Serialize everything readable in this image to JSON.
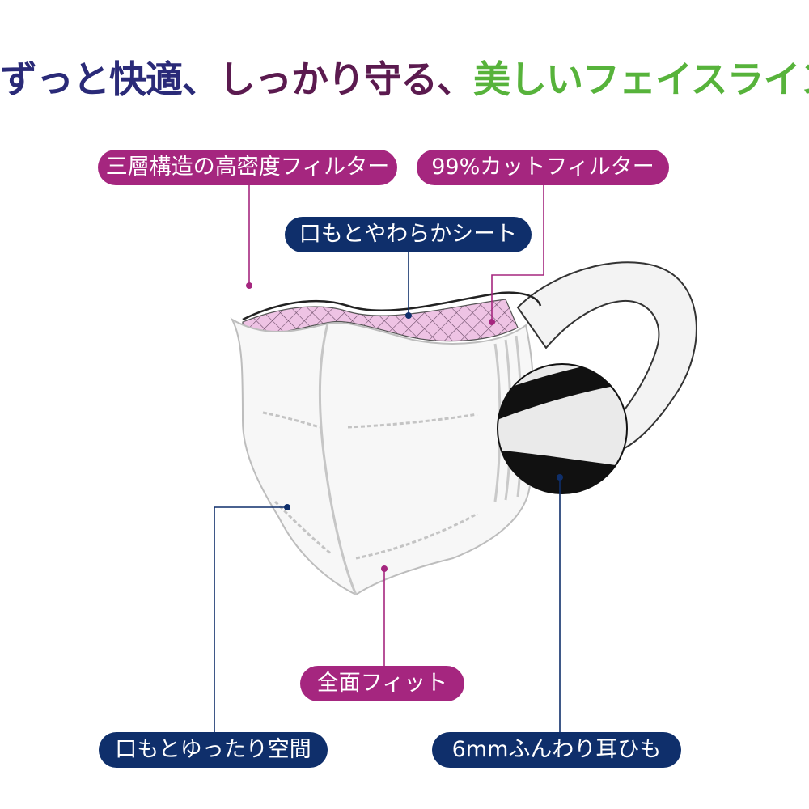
{
  "headline": {
    "part1": "ずっと快適、",
    "part2": "しっかり守る、",
    "part3": "美しいフェイスライン",
    "colors": {
      "part1": "#2a2a78",
      "part2": "#5b1a4f",
      "part3": "#57b33b"
    }
  },
  "labels": {
    "three_layer_filter": "三層構造の高密度フィルター",
    "cut_filter": "99%カットフィルター",
    "soft_sheet": "口もとやわらかシート",
    "full_fit": "全面フィット",
    "roomy_space": "口もとゆったり空間",
    "soft_ear_loop": "6mmふんわり耳ひも"
  },
  "colors": {
    "magenta": "#a5267f",
    "navy": "#0f2f6b",
    "liner_pink": "#eec3e4",
    "mask_white": "#f7f7f7"
  }
}
